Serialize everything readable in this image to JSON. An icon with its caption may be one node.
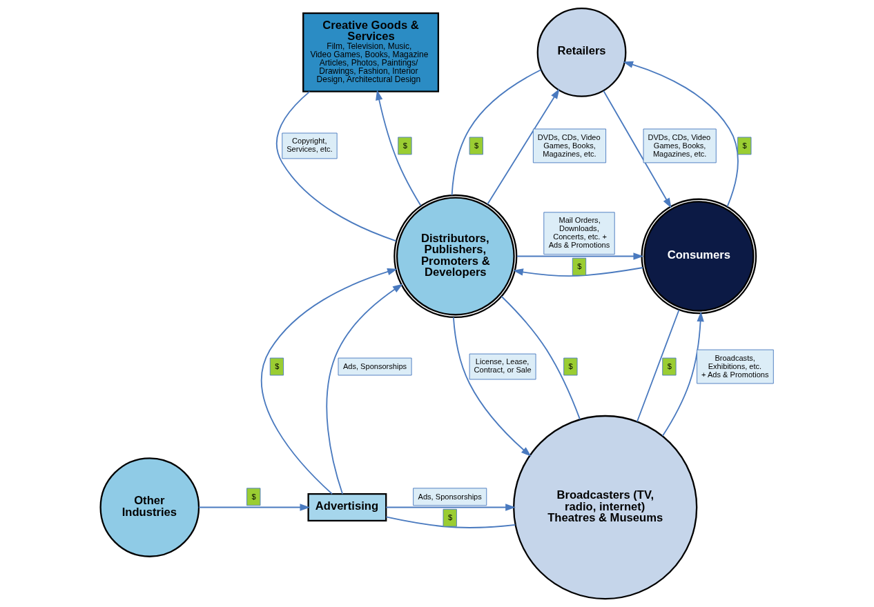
{
  "diagram": {
    "nodes": [
      {
        "text": [
          "Creative Goods & Services",
          "Film, Television, Music, Video Games, Books, Magazine Articles, Photos, Paintings/ Drawings, Fashion, Interior Design, Architectural Design"
        ]
      },
      {
        "text": [
          "Retailers"
        ]
      },
      {
        "text": [
          "Distributors, Publishers, Promoters & Developers"
        ]
      },
      {
        "text": [
          "Consumers"
        ]
      },
      {
        "text": [
          "Other Industries"
        ]
      },
      {
        "text": [
          "Advertising"
        ]
      },
      {
        "text": [
          "Broadcasters (TV, radio, internet) Theatres & Museums"
        ]
      }
    ],
    "edges": [
      {
        "from": 0,
        "to": 2,
        "arrow": "none",
        "label": "Copyright, Services, etc."
      },
      {
        "from": 1,
        "to": 2,
        "arrow": "none",
        "label": "$"
      },
      {
        "from": 1,
        "to": 3,
        "arrow": "to",
        "label": "DVDs, CDs, Video Games, Books, Magazines, etc."
      },
      {
        "from": 2,
        "to": 0,
        "arrow": "to",
        "label": "$"
      },
      {
        "from": 2,
        "to": 1,
        "arrow": "to",
        "label": "DVDs, CDs, Video Games, Books, Magazines, etc."
      },
      {
        "from": 2,
        "to": 3,
        "arrow": "to",
        "label": "Mail Orders, Downloads, Concerts, etc. + Ads & Promotions"
      },
      {
        "from": 2,
        "to": 6,
        "arrow": "to",
        "label": "License, Lease, Contract, or Sale"
      },
      {
        "from": 2,
        "to": 6,
        "arrow": "none",
        "label": "$"
      },
      {
        "from": 3,
        "to": 1,
        "arrow": "to",
        "label": "$"
      },
      {
        "from": 3,
        "to": 2,
        "arrow": "to",
        "label": "$"
      },
      {
        "from": 3,
        "to": 6,
        "arrow": "none",
        "label": "$"
      },
      {
        "from": 4,
        "to": 5,
        "arrow": "to",
        "label": "$"
      },
      {
        "from": 5,
        "to": 2,
        "arrow": "to",
        "label": "$"
      },
      {
        "from": 5,
        "to": 2,
        "arrow": "to",
        "label": "Ads, Sponsorships"
      },
      {
        "from": 5,
        "to": 6,
        "arrow": "to",
        "label": "Ads, Sponsorships"
      },
      {
        "from": 5,
        "to": 6,
        "arrow": "none",
        "label": "$"
      },
      {
        "from": 6,
        "to": 3,
        "arrow": "to",
        "label": "Broadcasts, Exhibitions, etc. + Ads & Promotions"
      }
    ]
  }
}
